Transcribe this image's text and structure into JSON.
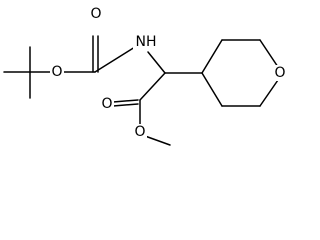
{
  "atom_labels": {
    "carbamate_carbonyl_o": "O",
    "nh": "NH",
    "carbamate_ester_o": "O",
    "ring_o": "O",
    "ester_carbonyl_o": "O",
    "ester_single_o": "O"
  },
  "colors": {
    "bond": "#000000",
    "background": "#ffffff"
  }
}
